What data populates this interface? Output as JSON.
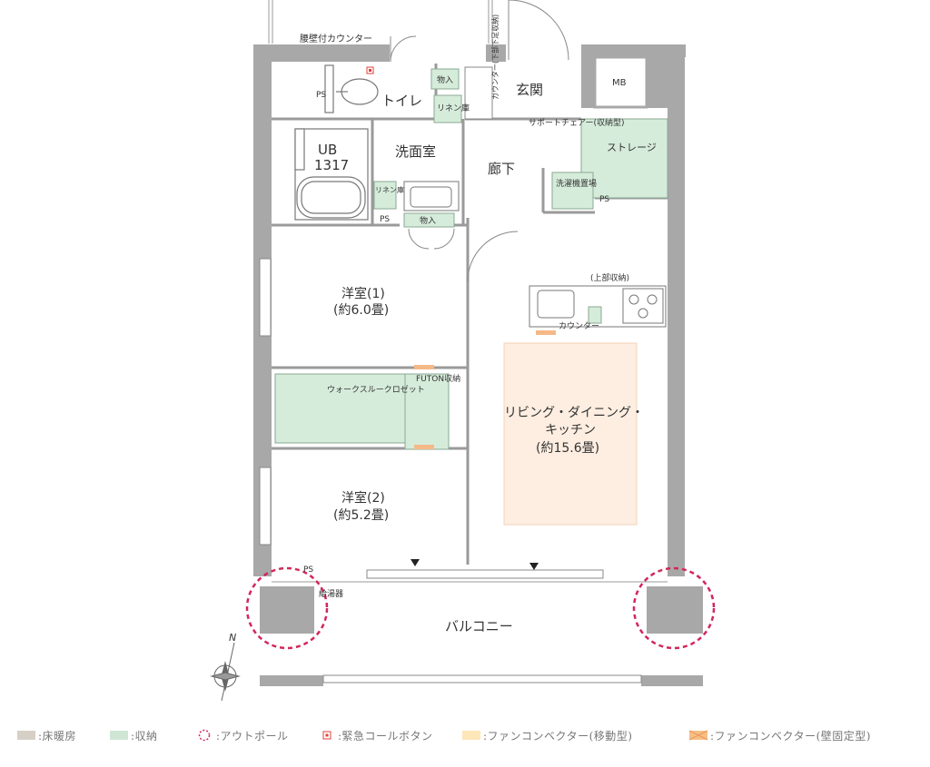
{
  "labels": {
    "koshikabe_counter": "腰壁付カウンター",
    "toilet": "トイレ",
    "monoire_1": "物入",
    "linen_1": "リネン庫",
    "counter_shoe": "カウンター(下部下足収納)",
    "genkan": "玄関",
    "mb": "MB",
    "support_chair": "サポートチェアー(収納型)",
    "storage": "ストレージ",
    "ub": "UB",
    "ub_size": "1317",
    "senmen": "洗面室",
    "linen_2": "リネン庫",
    "rouka": "廊下",
    "sentakuki": "洗濯機置場",
    "ps": "PS",
    "monoire_2": "物入",
    "joubu": "(上部収納)",
    "counter_kitchen": "カウンター",
    "room1_name": "洋室(1)",
    "room1_size": "(約6.0畳)",
    "walk_through": "ウォークスルークロゼット",
    "futon": "FUTON収納",
    "ldk_1": "リビング・ダイニング・",
    "ldk_2": "キッチン",
    "ldk_size": "(約15.6畳)",
    "room2_name": "洋室(2)",
    "room2_size": "(約5.2畳)",
    "kyutouki": "給湯器",
    "balcony": "バルコニー",
    "north": "N"
  },
  "legend": [
    {
      "label": ":床暖房",
      "color": "#d5cfc6",
      "style": "fill"
    },
    {
      "label": ":収納",
      "color": "#cfe6d5",
      "style": "fill"
    },
    {
      "label": ":アウトポール",
      "color": "#d3265a",
      "style": "dash-circle"
    },
    {
      "label": ":緊急コールボタン",
      "color": "#e0413a",
      "style": "small-square"
    },
    {
      "label": ":ファンコンベクター(移動型)",
      "color": "#fde6b8",
      "style": "fill"
    },
    {
      "label": ":ファンコンベクター(壁固定型)",
      "color": "#f7be85",
      "style": "cross"
    }
  ],
  "colors": {
    "wall": "#a8a8a8",
    "storage": "#d6ecdb",
    "ldk_floor": "#fdeee1",
    "convector_fixed": "#f5b887",
    "outpole": "#d3265a"
  }
}
